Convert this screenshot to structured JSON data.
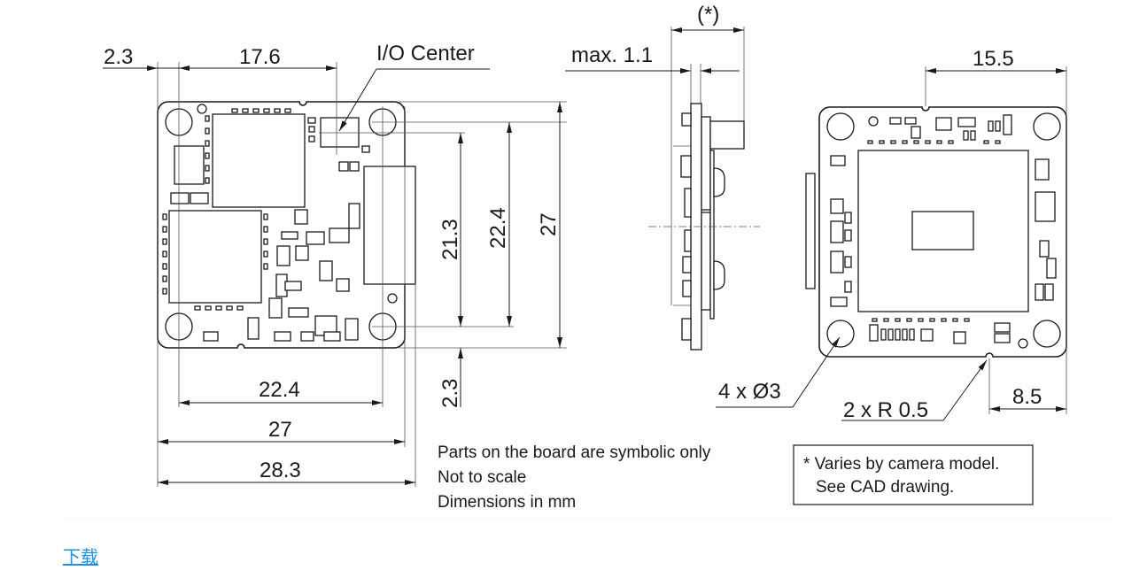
{
  "diagram": {
    "title": "Board-level camera dimensional drawing",
    "front_view": {
      "dimensions": {
        "hole_offset_left": "2.3",
        "io_center_offset": "17.6",
        "io_center_label": "I/O Center",
        "connector_height": "21.3",
        "hole_spacing_vertical": "22.4",
        "board_height": "27",
        "connector_offset_bottom": "2.3",
        "hole_spacing_horizontal": "22.4",
        "board_width": "27",
        "total_width": "28.3"
      }
    },
    "side_view": {
      "dimensions": {
        "variable_depth": "(*)",
        "max_thickness": "max. 1.1"
      }
    },
    "back_view": {
      "dimensions": {
        "notch_offset_top": "15.5",
        "mounting_holes": "4 x Ø3",
        "notch_radius": "2 x R 0.5",
        "notch_offset_bottom": "8.5"
      }
    },
    "notes": [
      "Parts on the board are symbolic only",
      "Not to scale",
      "Dimensions in mm"
    ],
    "footnote": {
      "line1": "* Varies by camera model.",
      "line2": "See CAD drawing."
    }
  },
  "download_link": "下载"
}
